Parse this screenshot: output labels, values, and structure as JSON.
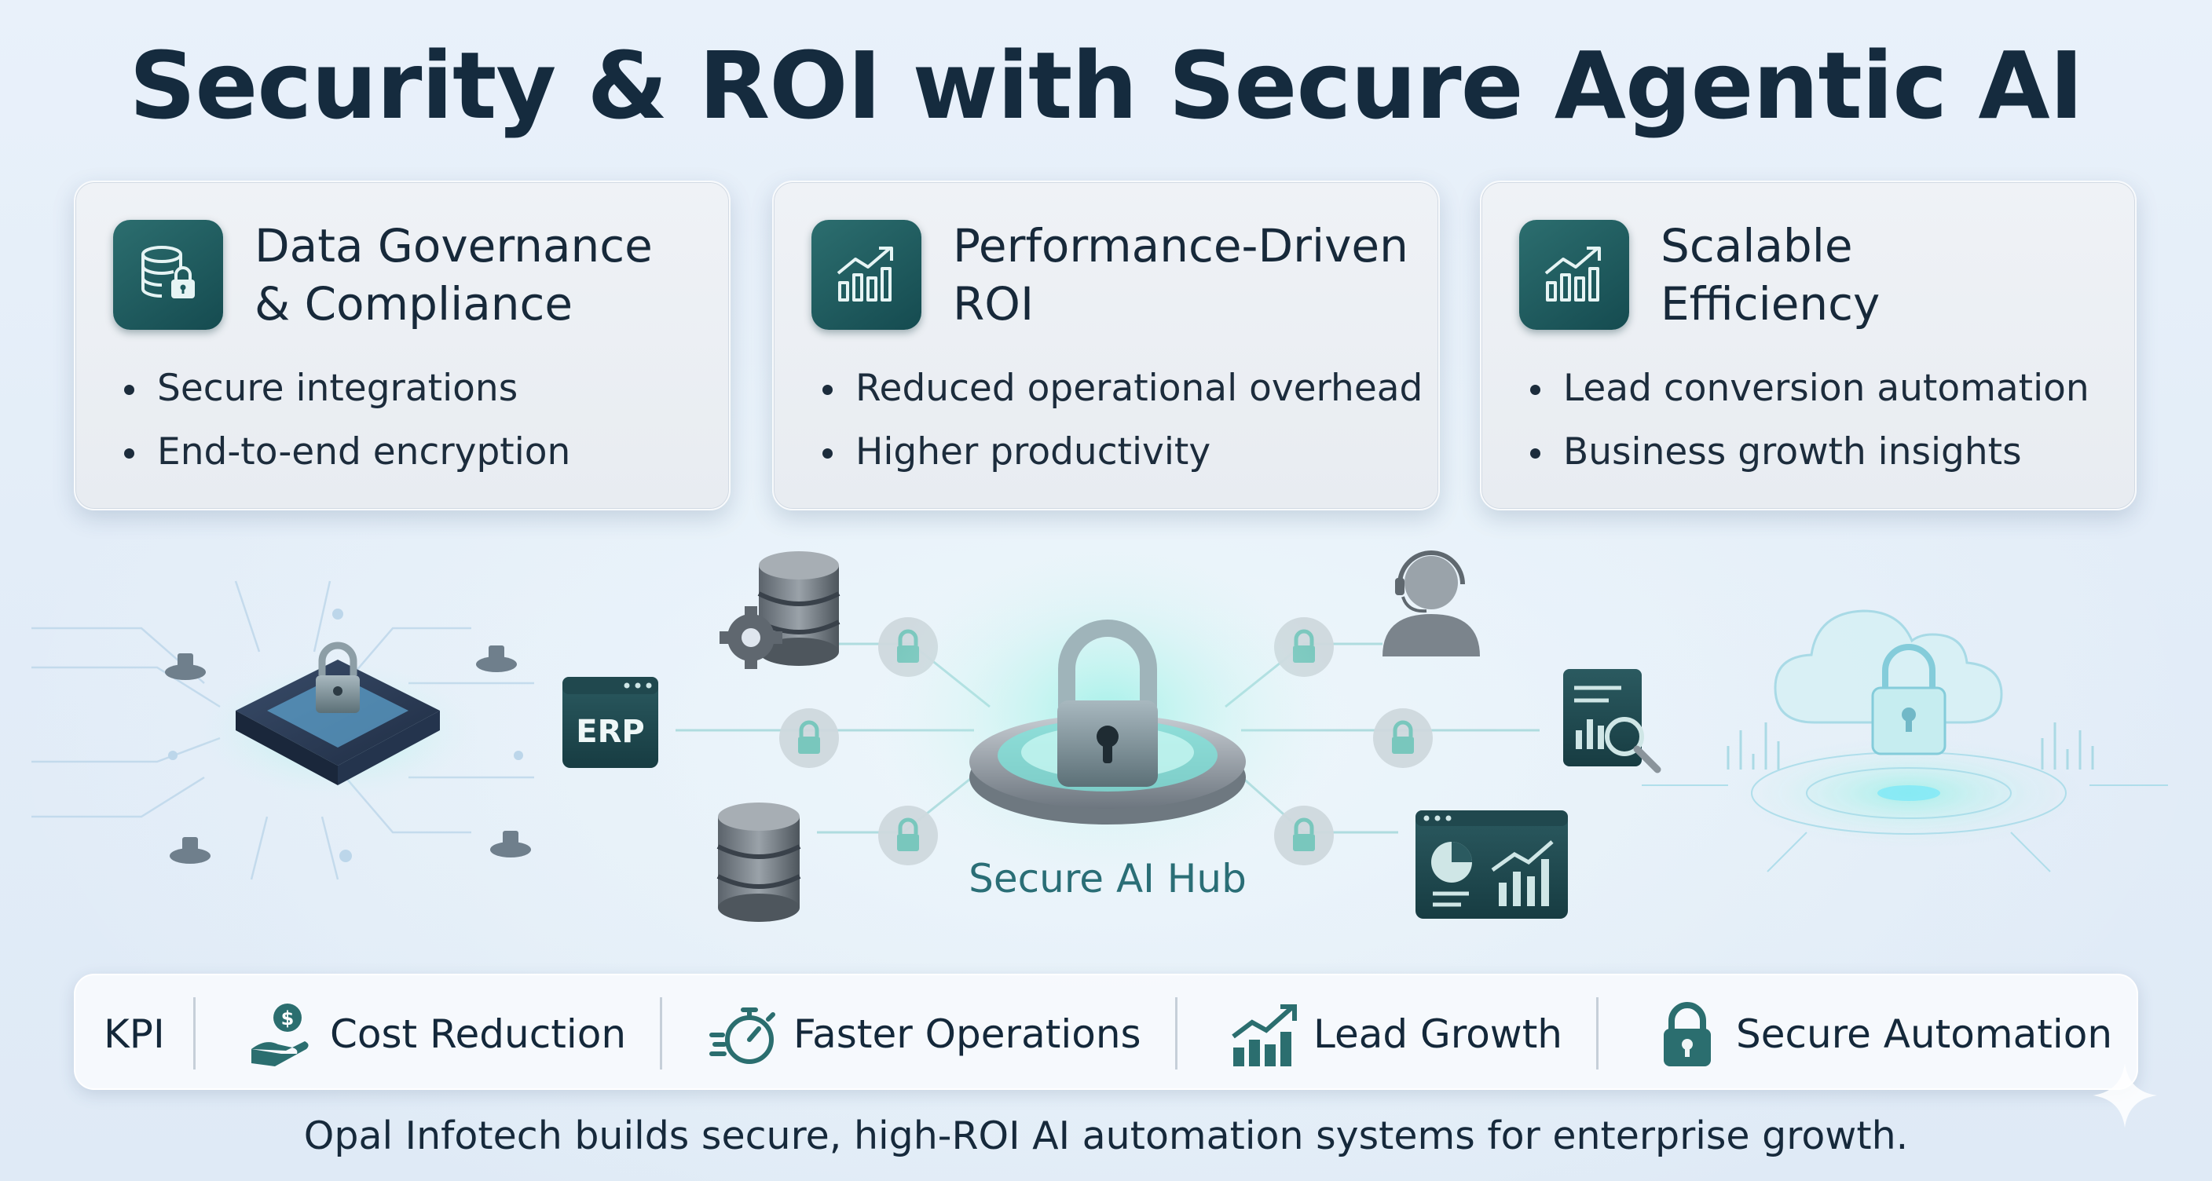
{
  "title": "Security & ROI with Secure Agentic AI",
  "cards": [
    {
      "title_line1": "Data Governance",
      "title_line2": "& Compliance",
      "icon": "database-lock-icon",
      "bullets": [
        "Secure integrations",
        "End-to-end encryption"
      ]
    },
    {
      "title_line1": "Performance-Driven",
      "title_line2": "ROI",
      "icon": "growth-chart-icon",
      "bullets": [
        "Reduced operational overhead",
        "Higher productivity"
      ]
    },
    {
      "title_line1": "Scalable",
      "title_line2": "Efficiency",
      "icon": "growth-chart-icon",
      "bullets": [
        "Lead conversion automation",
        "Business growth insights"
      ]
    }
  ],
  "diagram": {
    "hub_label": "Secure AI Hub",
    "erp_label": "ERP",
    "nodes": [
      "secure-chip",
      "erp-window",
      "database-gear",
      "database",
      "headset-agent",
      "report-magnifier",
      "analytics-dashboard",
      "secure-cloud"
    ]
  },
  "kpi": {
    "label": "KPI",
    "items": [
      {
        "label": "Cost Reduction",
        "icon": "hand-coin-icon"
      },
      {
        "label": "Faster Operations",
        "icon": "stopwatch-icon"
      },
      {
        "label": "Lead Growth",
        "icon": "bar-growth-icon"
      },
      {
        "label": "Secure Automation",
        "icon": "padlock-icon"
      }
    ]
  },
  "footer": "Opal Infotech builds secure, high-ROI AI automation systems for enterprise growth.",
  "colors": {
    "teal_dark": "#154b50",
    "teal": "#2a6e76",
    "glow": "#6fe3d8",
    "text": "#152b3e"
  }
}
